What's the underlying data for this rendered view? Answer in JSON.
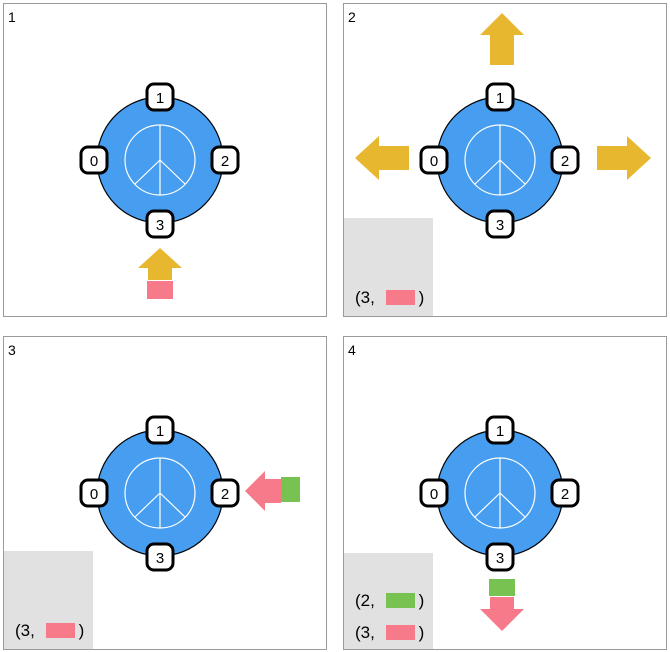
{
  "colors": {
    "node_fill": "#479ef0",
    "port_stroke": "#000000",
    "arrow_gold": "#e8b730",
    "pink": "#f77a8a",
    "green": "#77c250",
    "memory_bg": "#e1e1e1"
  },
  "ports": [
    "0",
    "1",
    "2",
    "3"
  ],
  "panels": [
    {
      "number": "1",
      "memory": []
    },
    {
      "number": "2",
      "memory": [
        {
          "value": "(3, ",
          "close": ")",
          "swatch": "pink"
        }
      ]
    },
    {
      "number": "3",
      "memory": [
        {
          "value": "(3, ",
          "close": ")",
          "swatch": "pink"
        }
      ]
    },
    {
      "number": "4",
      "memory": [
        {
          "value": "(2, ",
          "close": ")",
          "swatch": "green"
        },
        {
          "value": "(3, ",
          "close": ")",
          "swatch": "pink"
        }
      ]
    }
  ]
}
